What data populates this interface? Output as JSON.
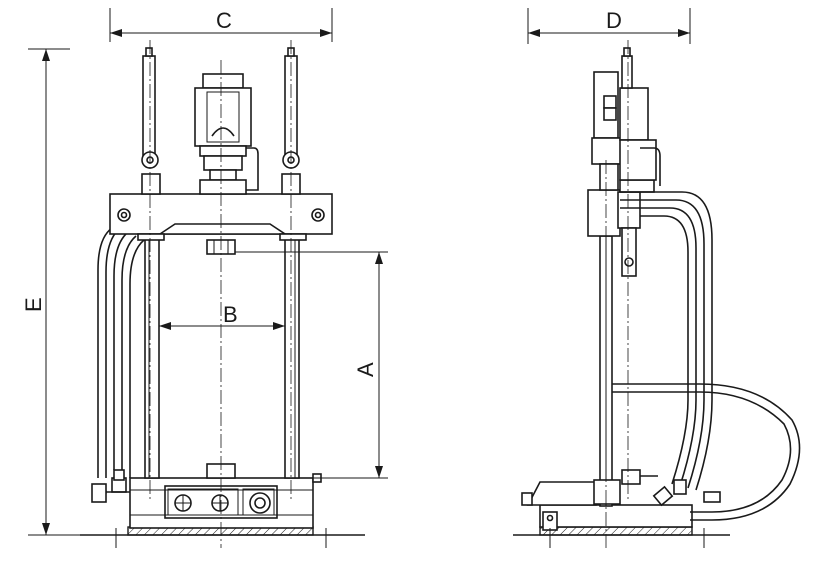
{
  "diagram": {
    "dimension_labels": {
      "a": "A",
      "b": "B",
      "c": "C",
      "d": "D",
      "e": "E"
    }
  }
}
